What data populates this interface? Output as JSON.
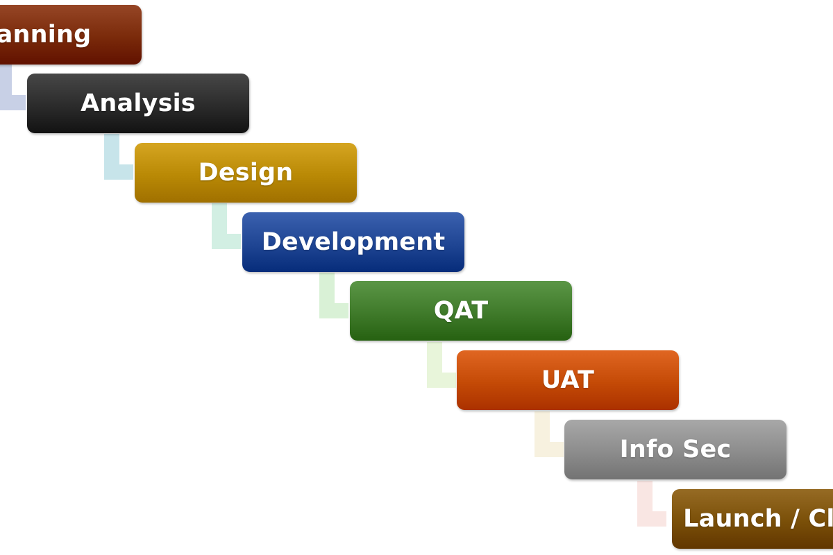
{
  "steps": [
    {
      "label": "Planning",
      "color": "#7a2a0a",
      "connector_color": "#c8d0e6"
    },
    {
      "label": "Analysis",
      "color": "#2b2b2b",
      "connector_color": "#c7e4ea"
    },
    {
      "label": "Design",
      "color": "#b98905",
      "connector_color": "#d2efe3"
    },
    {
      "label": "Development",
      "color": "#1f4593",
      "connector_color": "#d9f1d6"
    },
    {
      "label": "QAT",
      "color": "#3f7a2a",
      "connector_color": "#e8f5da"
    },
    {
      "label": "UAT",
      "color": "#c44a06",
      "connector_color": "#f7f1df"
    },
    {
      "label": "Info Sec",
      "color": "#8c8c8c",
      "connector_color": "#f9e6e3"
    },
    {
      "label": "Launch / Close",
      "color": "#7a4f08",
      "connector_color": null
    }
  ]
}
